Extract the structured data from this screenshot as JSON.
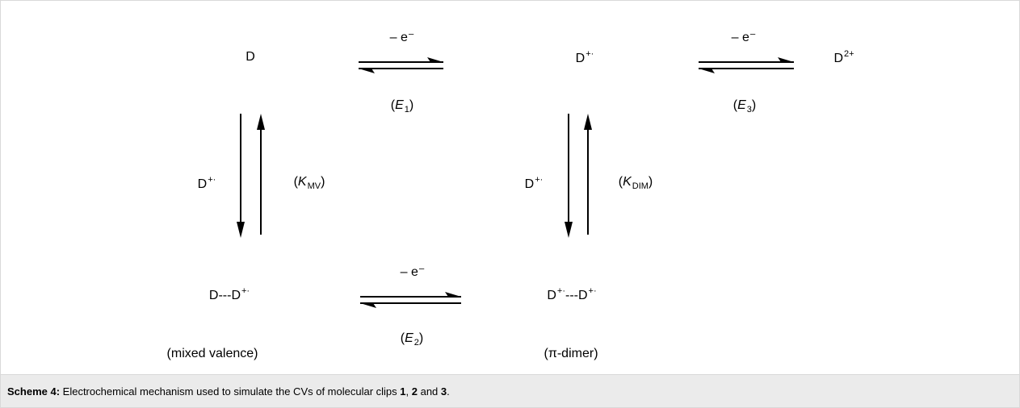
{
  "scheme": {
    "species": {
      "d": "D",
      "d_radical": "D",
      "d_radical_sup": "+·",
      "d2plus": "D",
      "d2plus_sup": "2+",
      "left_reagent": "D",
      "left_reagent_sup": "+·",
      "right_reagent": "D",
      "right_reagent_sup": "+·",
      "mixed_valence_a": "D---D",
      "mixed_valence_a_sup": "+·",
      "pi_dimer_a": "D",
      "pi_dimer_a_sup": "+·",
      "pi_dimer_b": "---D",
      "pi_dimer_b_sup": "+·"
    },
    "labels": {
      "mixed_valence": "(mixed valence)",
      "pi_dimer": "(π-dimer)"
    },
    "equilibria": {
      "e1_top": "– e⁻",
      "e1_label": "E",
      "e1_sub": "1",
      "e3_top": "–  e⁻",
      "e3_label": "E",
      "e3_sub": "3",
      "e2_top": "– e⁻",
      "e2_label": "E",
      "e2_sub": "2",
      "kmv_label": "K",
      "kmv_sub": "MV",
      "kdim_label": "K",
      "kdim_sub": "DIM"
    }
  },
  "caption": {
    "label": "Scheme 4:",
    "text_a": " Electrochemical mechanism used to simulate the CVs of molecular clips ",
    "n1": "1",
    "sep1": ", ",
    "n2": "2",
    "sep2": " and ",
    "n3": "3",
    "end": "."
  }
}
